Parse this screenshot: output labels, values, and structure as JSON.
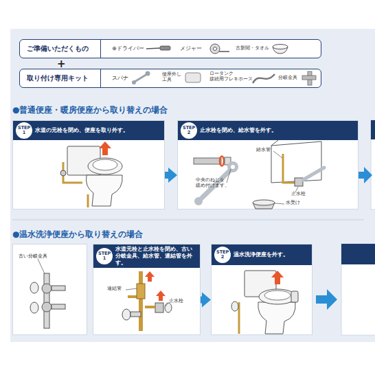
{
  "diagram": {
    "nodes": [
      {
        "text": [
          "ご準備いただくもの"
        ]
      },
      {
        "text": [
          "取り付け専用キット"
        ]
      },
      {
        "text": [
          "水道の元栓を閉め、便座を取り外す。"
        ]
      },
      {
        "text": [
          "STEP 1"
        ],
        "in": 2
      },
      {
        "text": [
          "止水栓を閉め、給水管を外す。"
        ]
      },
      {
        "text": [
          "STEP 2"
        ],
        "in": 4
      },
      {
        "text": [
          "古い分岐金具"
        ]
      },
      {
        "text": [
          "水道元栓と止水栓を閉め、古い分岐金具、給水管、連結管を外す。"
        ]
      },
      {
        "text": [
          "STEP 1"
        ],
        "in": 7
      },
      {
        "text": [
          "温水洗浄便座を外す。"
        ]
      },
      {
        "text": [
          "STEP 2"
        ],
        "in": 9
      }
    ],
    "edges": [
      {
        "from": 2,
        "to": 4,
        "arrow": "to"
      },
      {
        "from": 7,
        "to": 9,
        "arrow": "to"
      }
    ],
    "labels": [
      "⊕ドライバー",
      "メジャー",
      "古新聞・タオル",
      "+",
      "スパナ",
      "便座外し 工具",
      "ロータンク 接続用フレキホース",
      "分岐金具",
      "●普通便座・暖房便座から取り替えの場合",
      "給水管",
      "中央のねじを 緩め付けます。",
      "止水栓",
      "水受け",
      "●温水洗浄便座から取り替えの場合",
      "連結管",
      "止水栓"
    ]
  }
}
